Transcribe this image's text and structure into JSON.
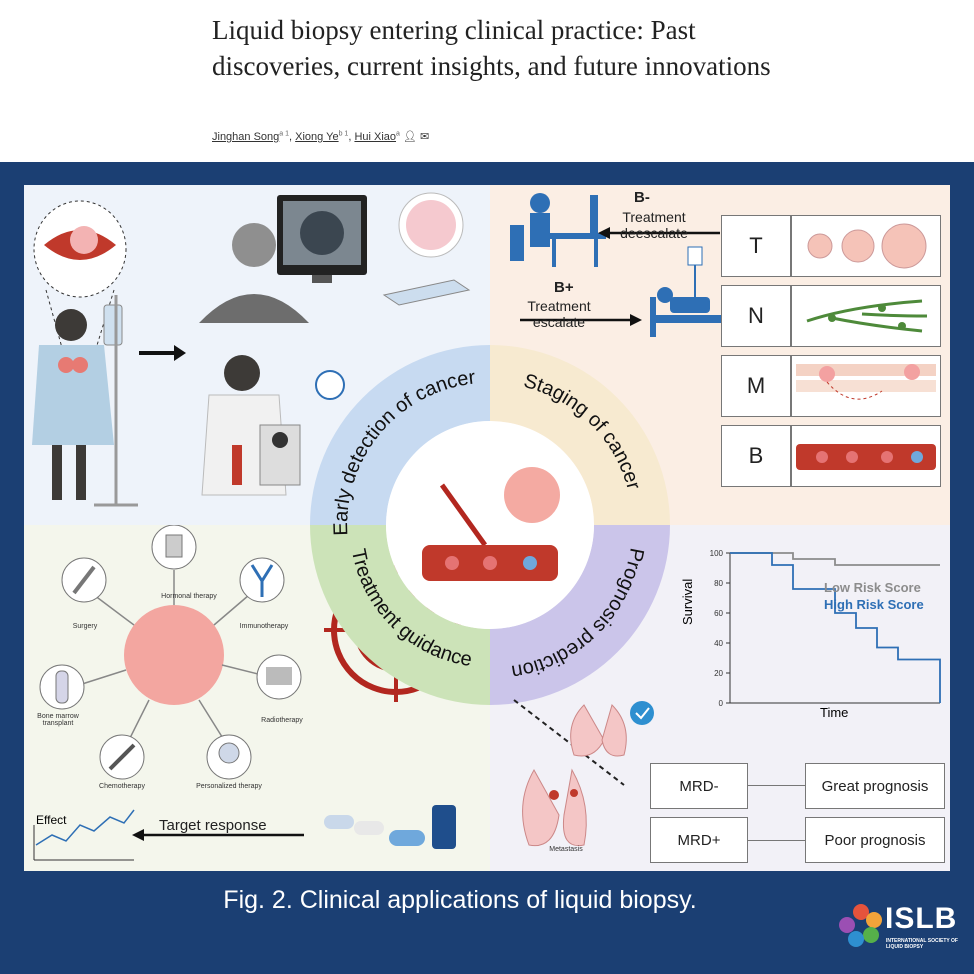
{
  "header": {
    "title": "Liquid biopsy entering clinical practice: Past discoveries, current insights, and future innovations",
    "authors": [
      {
        "name": "Jinghan Song",
        "sup": "a 1"
      },
      {
        "name": "Xiong Ye",
        "sup": "b 1"
      },
      {
        "name": "Hui Xiao",
        "sup": "a"
      }
    ]
  },
  "ring": {
    "early_detection": "Early detection of cancer",
    "staging": "Staging of cancer",
    "treatment_guidance": "Treatment guidance",
    "prognosis_prediction": "Prognosis prediction"
  },
  "staging": {
    "b_minus": "B-",
    "deescalate": "Treatment deescalate",
    "b_plus": "B+",
    "escalate": "Treatment escalate",
    "letters": [
      "T",
      "N",
      "M",
      "B"
    ]
  },
  "therapies": {
    "hormonal": "Hormonal therapy",
    "surgery": "Surgery",
    "immunotherapy": "Immunotherapy",
    "bone_marrow": "Bone marrow transplant",
    "radiotherapy": "Radiotherapy",
    "chemotherapy": "Chemotherapy",
    "personalized": "Personalized therapy",
    "effect": "Effect",
    "target_response": "Target response"
  },
  "survival_chart": {
    "ylabel": "Survival",
    "xlabel": "Time",
    "yticks": [
      "0",
      "20",
      "40",
      "60",
      "80",
      "100"
    ],
    "low_risk": "Low Risk Score",
    "high_risk": "High Risk Score",
    "colors": {
      "low": "#8c8c8c",
      "high": "#2e6fb5"
    }
  },
  "chart_data": {
    "type": "line",
    "xlabel": "Time",
    "ylabel": "Survival",
    "ylim": [
      0,
      100
    ],
    "series": [
      {
        "name": "Low Risk Score",
        "x": [
          0,
          1,
          2,
          3,
          4,
          5,
          6,
          7,
          8,
          9,
          10
        ],
        "y": [
          100,
          100,
          100,
          96,
          96,
          92,
          92,
          92,
          92,
          92,
          92
        ]
      },
      {
        "name": "High Risk Score",
        "x": [
          0,
          1,
          2,
          3,
          4,
          5,
          6,
          7,
          8,
          9,
          10
        ],
        "y": [
          100,
          100,
          92,
          76,
          76,
          60,
          50,
          37,
          29,
          29,
          0
        ]
      }
    ]
  },
  "prognosis": {
    "metastasis": "Metastasis",
    "mrd_minus": "MRD-",
    "mrd_plus": "MRD+",
    "great": "Great prognosis",
    "poor": "Poor prognosis"
  },
  "caption": "Fig. 2. Clinical applications of liquid biopsy.",
  "logo": {
    "name": "ISLB",
    "sub": "INTERNATIONAL SOCIETY OF LIQUID BIOPSY"
  }
}
